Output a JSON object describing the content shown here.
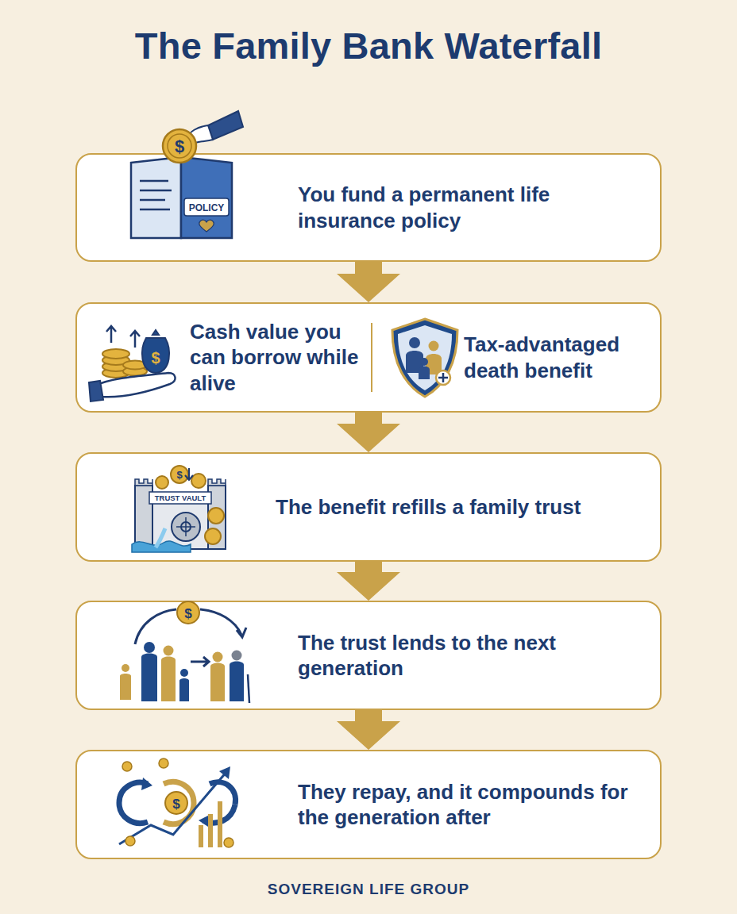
{
  "diagram": {
    "title": "The Family Bank Waterfall",
    "caption": "SOVEREIGN LIFE GROUP",
    "nodes": [
      {
        "text": [
          "You fund a permanent life insurance policy"
        ]
      },
      {
        "text": [
          "Cash value you can borrow while alive",
          "Tax-advantaged death benefit"
        ]
      },
      {
        "text": [
          "The benefit refills a family trust"
        ]
      },
      {
        "text": [
          "The trust lends to the next generation"
        ]
      },
      {
        "text": [
          "They repay, and it compounds for the generation after"
        ]
      }
    ],
    "edges": [
      {
        "from": 0,
        "to": 1,
        "arrow": "to"
      },
      {
        "from": 1,
        "to": 2,
        "arrow": "to"
      },
      {
        "from": 2,
        "to": 3,
        "arrow": "to"
      },
      {
        "from": 3,
        "to": 4,
        "arrow": "to"
      }
    ],
    "labels": [
      "$",
      "POLICY",
      "$",
      "$",
      "TRUST VAULT",
      "$",
      "$"
    ]
  }
}
